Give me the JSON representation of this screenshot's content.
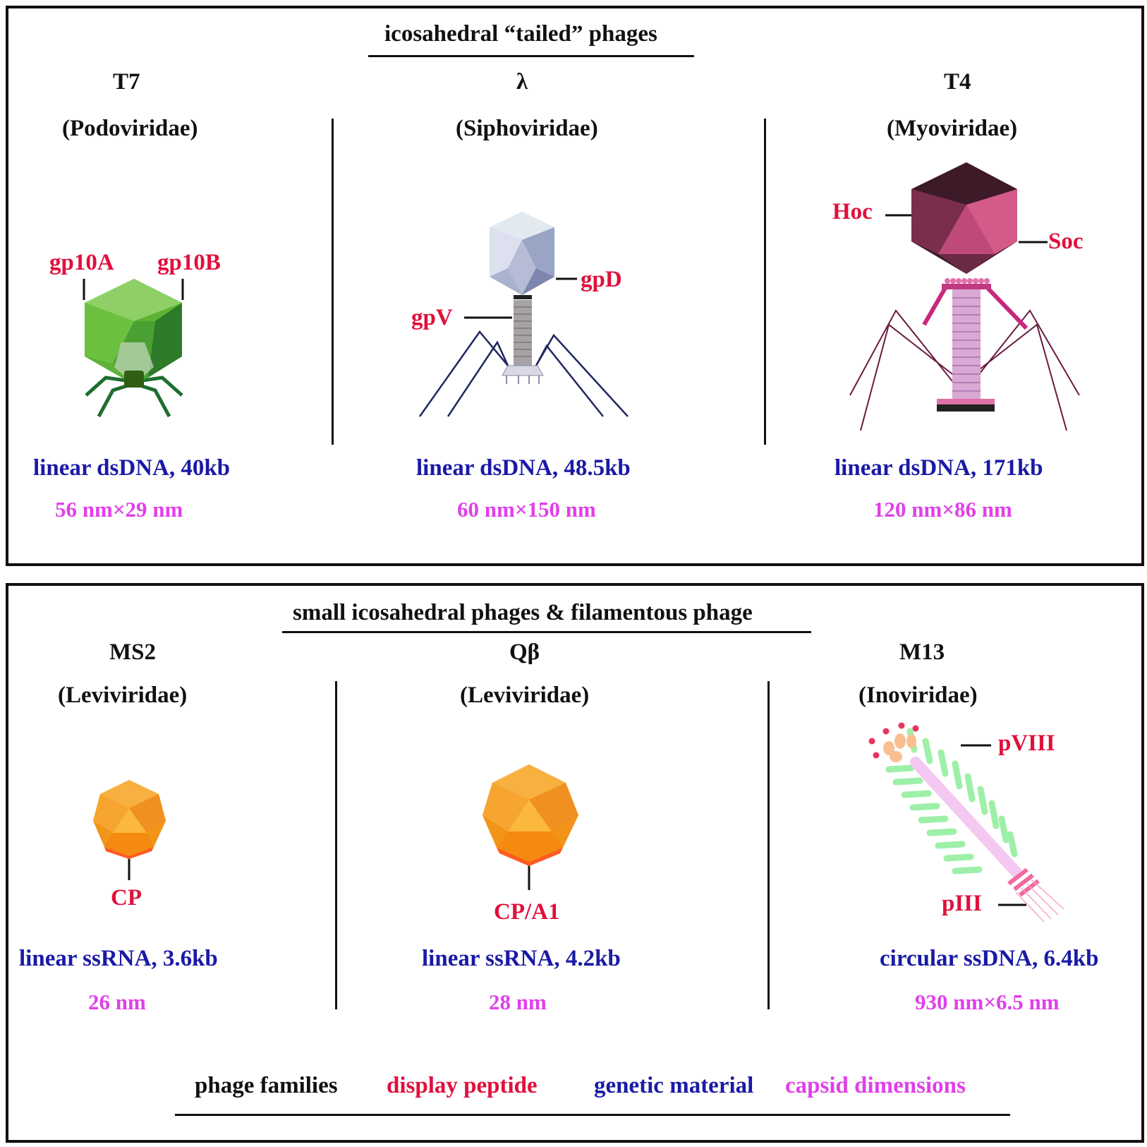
{
  "top": {
    "title": "icosahedral “tailed” phages",
    "columns": [
      {
        "name": "T7",
        "family": "(Podoviridae)",
        "genetic": "linear dsDNA, 40kb",
        "dimensions": "56 nm×29 nm",
        "labels": [
          "gp10A",
          "gp10B"
        ],
        "color": "#4caf34"
      },
      {
        "name": "λ",
        "family": "(Siphoviridae)",
        "genetic": "linear dsDNA, 48.5kb",
        "dimensions": "60 nm×150 nm",
        "labels": [
          "gpD",
          "gpV"
        ],
        "color": "#aab4cc"
      },
      {
        "name": "T4",
        "family": "(Myoviridae)",
        "genetic": "linear dsDNA, 171kb",
        "dimensions": "120 nm×86 nm",
        "labels": [
          "Hoc",
          "Soc"
        ],
        "color": "#b03c6c"
      }
    ]
  },
  "bottom": {
    "title": "small icosahedral phages & filamentous phage",
    "columns": [
      {
        "name": "MS2",
        "family": "(Leviviridae)",
        "genetic": "linear ssRNA, 3.6kb",
        "dimensions": "26 nm",
        "labels": [
          "CP"
        ],
        "color": "#f5a020"
      },
      {
        "name": "Qβ",
        "family": "(Leviviridae)",
        "genetic": "linear ssRNA, 4.2kb",
        "dimensions": "28 nm",
        "labels": [
          "CP/A1"
        ],
        "color": "#f5a020"
      },
      {
        "name": "M13",
        "family": "(Inoviridae)",
        "genetic": "circular ssDNA, 6.4kb",
        "dimensions": "930 nm×6.5 nm",
        "labels": [
          "pVIII",
          "pIII"
        ],
        "color": "#9ef0a8"
      }
    ]
  },
  "legend": {
    "items": [
      {
        "label": "phage families",
        "color": "#111111"
      },
      {
        "label": "display peptide",
        "color": "#e0103c"
      },
      {
        "label": "genetic material",
        "color": "#1a1aa6"
      },
      {
        "label": "capsid dimensions",
        "color": "#e040e8"
      }
    ]
  }
}
